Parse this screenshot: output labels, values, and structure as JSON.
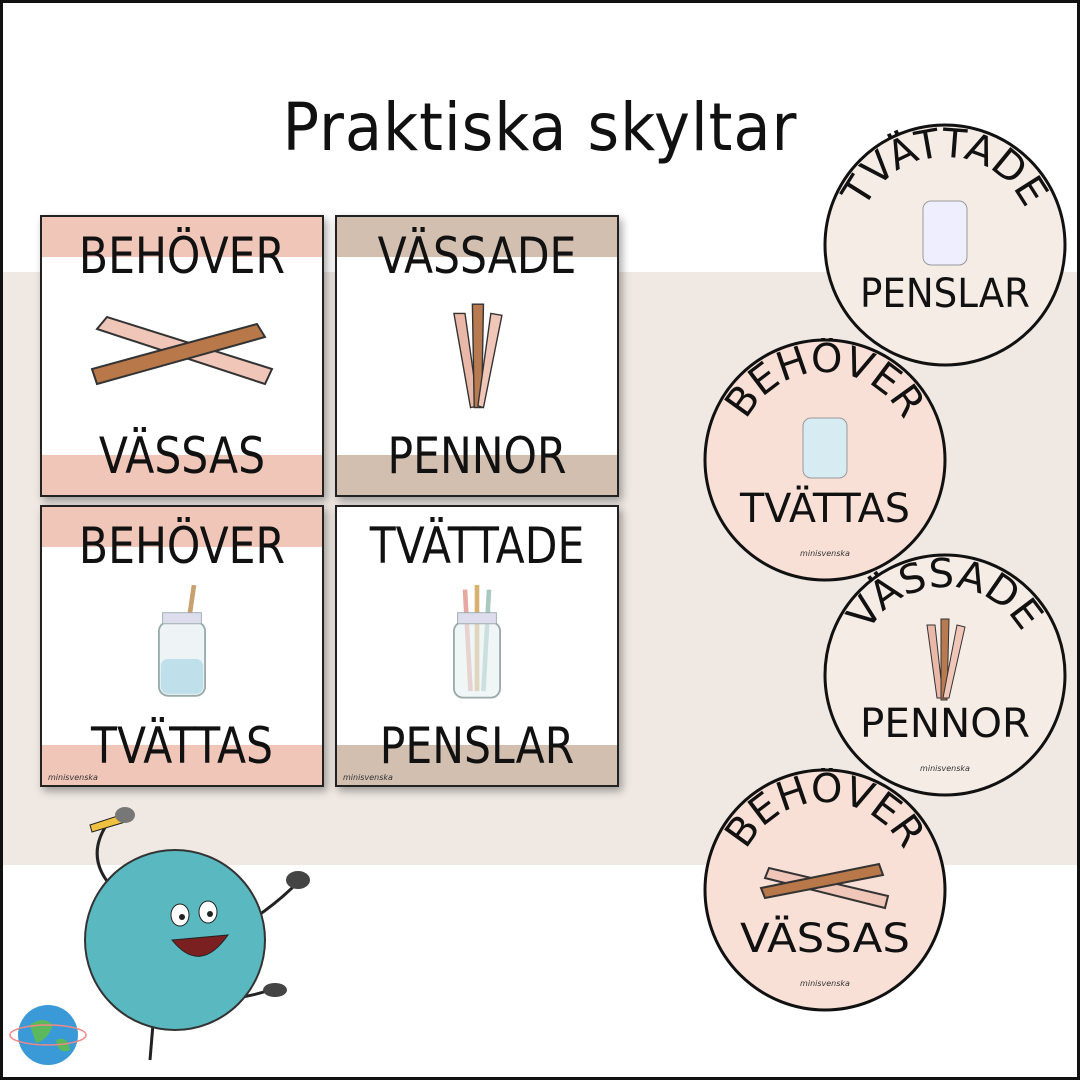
{
  "title": "Praktiska skyltar",
  "brand": "minisvenska",
  "colors": {
    "pink": "#f0c6b8",
    "tan": "#d2bfb0",
    "band": "#efe8e3"
  },
  "cards": [
    {
      "top": "BEHÖVER",
      "bottom": "TVÄTTAS",
      "art": "jar-brush-icon",
      "tone": "pink"
    },
    {
      "top": "TVÄTTADE",
      "bottom": "PENSLAR",
      "art": "jar-brushes-icon",
      "tone": "tan"
    },
    {
      "top": "VÄSSADE",
      "bottom": "PENNOR",
      "art": "pencils-icon",
      "tone": "tan"
    },
    {
      "top": "BEHÖVER",
      "bottom": "VÄSSAS",
      "art": "crossed-pencils-icon",
      "tone": "pink"
    }
  ],
  "circles": [
    {
      "top": "TVÄTTADE",
      "bottom": "PENSLAR"
    },
    {
      "top": "BEHÖVER",
      "bottom": "TVÄTTAS"
    },
    {
      "top": "VÄSSADE",
      "bottom": "PENNOR"
    },
    {
      "top": "BEHÖVER",
      "bottom": "VÄSSAS"
    }
  ]
}
